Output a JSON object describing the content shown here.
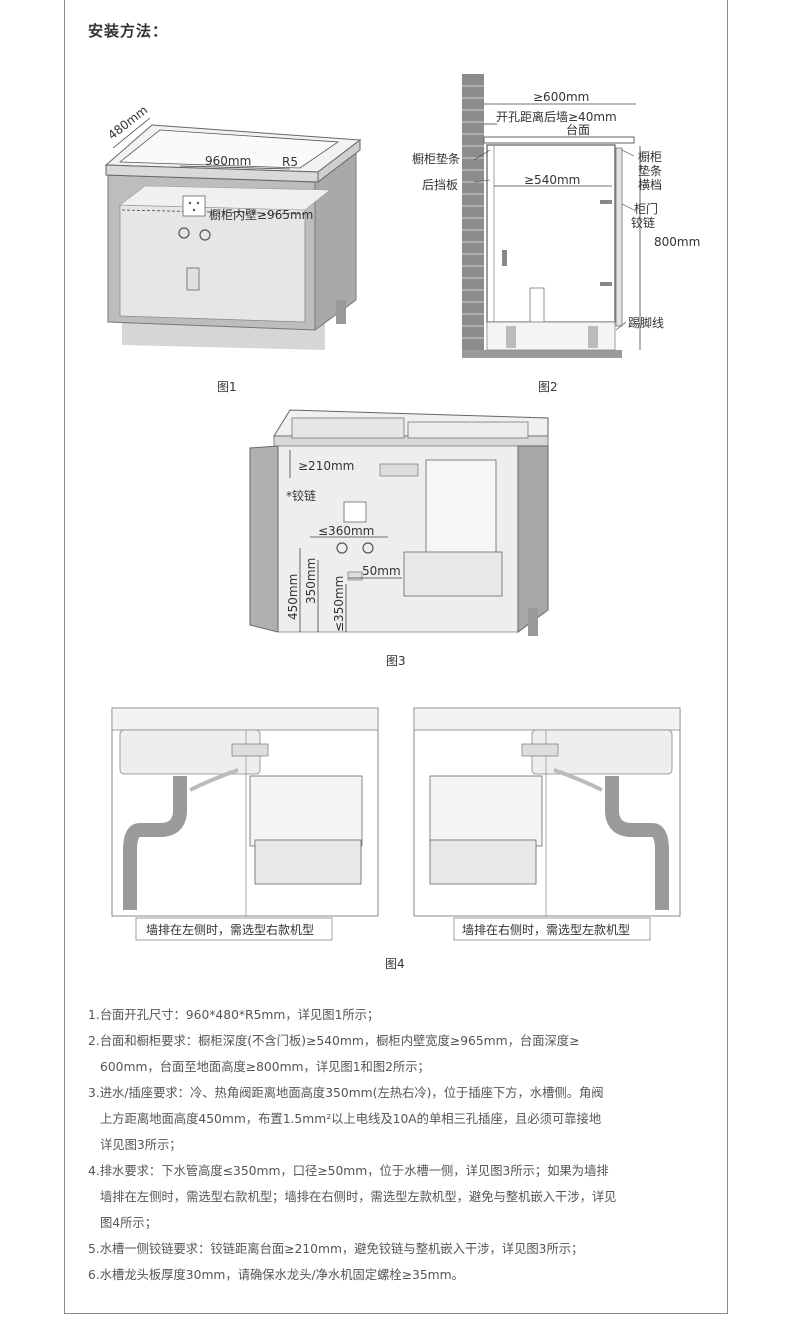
{
  "title": "安装方法：",
  "fig1": {
    "caption": "图1",
    "depth": "480mm",
    "width": "960mm",
    "radius": "R5",
    "inner": "橱柜内壁≥965mm"
  },
  "fig2": {
    "caption": "图2",
    "counter_depth": "≥600mm",
    "hole": "开孔距离后墙≥40mm",
    "countertop": "台面",
    "pad_left": "橱柜垫条",
    "back_panel": "后挡板",
    "depth540": "≥540mm",
    "pad_right1": "橱柜",
    "pad_right2": "垫条",
    "crossbar": "横档",
    "door": "柜门",
    "hinge": "铰链",
    "height": "800mm",
    "kick": "踢脚线"
  },
  "fig3": {
    "caption": "图3",
    "hinge_dist": "≥210mm",
    "hinge": "*铰链",
    "w360": "≤360mm",
    "h450": "450mm",
    "h350": "350mm",
    "d50": "50mm",
    "d350": "≤350mm"
  },
  "fig4": {
    "caption": "图4",
    "left_label": "墙排在左侧时，需选型右款机型",
    "right_label": "墙排在右侧时，需选型左款机型"
  },
  "notes": [
    "1.台面开孔尺寸：960*480*R5mm，详见图1所示；",
    "2.台面和橱柜要求：橱柜深度(不含门板)≥540mm，橱柜内壁宽度≥965mm，台面深度≥",
    "600mm，台面至地面高度≥800mm，详见图1和图2所示；",
    "3.进水/插座要求：冷、热角阀距离地面高度350mm(左热右冷)，位于插座下方，水槽侧。角阀",
    "上方距离地面高度450mm，布置1.5mm²以上电线及10A的单相三孔插座，且必须可靠接地",
    "详见图3所示；",
    "4.排水要求：下水管高度≤350mm，口径≥50mm，位于水槽一侧，详见图3所示；如果为墙排",
    "墙排在左侧时，需选型右款机型；墙排在右侧时，需选型左款机型，避免与整机嵌入干涉，详见",
    "图4所示；",
    "5.水槽一侧铰链要求：铰链距离台面≥210mm，避免铰链与整机嵌入干涉，详见图3所示；",
    "6.水槽龙头板厚度30mm，请确保水龙头/净水机固定螺栓≥35mm。"
  ]
}
